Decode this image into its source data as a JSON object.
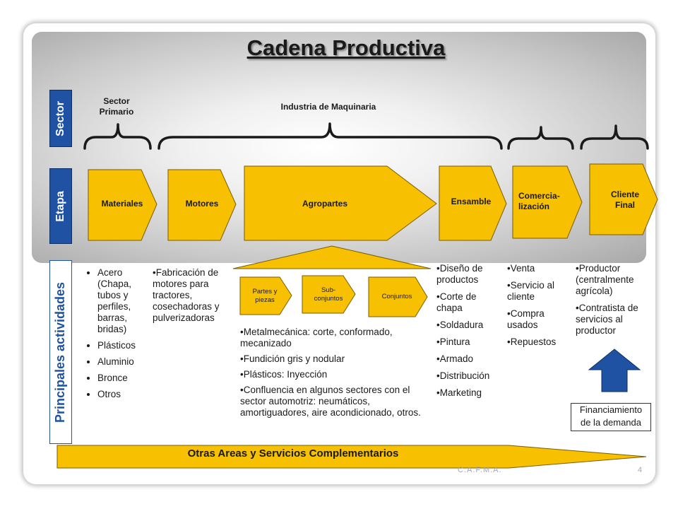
{
  "title": "Cadena Productiva",
  "row_labels": {
    "sector": "Sector",
    "etapa": "Etapa",
    "actividades": "Principales actividades"
  },
  "sectors": [
    {
      "label": "Sector Primario",
      "lines": [
        "Sector",
        "Primario"
      ]
    },
    {
      "label": "Industria de Maquinaria"
    }
  ],
  "stages": {
    "materiales": "Materiales",
    "motores": "Motores",
    "agropartes": "Agropartes",
    "ensamble": "Ensamble",
    "comercializacion": [
      "Comercia-",
      "lización"
    ],
    "cliente_final": [
      "Cliente",
      "Final"
    ]
  },
  "agropartes_sub": {
    "partes": [
      "Partes y",
      "piezas"
    ],
    "subconjuntos": [
      "Sub-",
      "conjuntos"
    ],
    "conjuntos": "Conjuntos"
  },
  "activities": {
    "materiales": [
      "Acero (Chapa, tubos y perfiles, barras, bridas)",
      "Plásticos",
      "Aluminio",
      "Bronce",
      "Otros"
    ],
    "motores": [
      "Fabricación de motores para tractores, cosechadoras y pulverizadoras"
    ],
    "agropartes": [
      "Metalmecánica: corte, conformado, mecanizado",
      "Fundición gris y nodular",
      "Plásticos: Inyección",
      "Confluencia en algunos sectores con el sector automotriz: neumáticos, amortiguadores, aire acondicionado, otros."
    ],
    "ensamble": [
      "Diseño de productos",
      "Corte de chapa",
      "Soldadura",
      "Pintura",
      "Armado",
      "Distribución",
      "Marketing"
    ],
    "comercializacion": [
      "Venta",
      "Servicio al cliente",
      "Compra usados",
      "Repuestos"
    ],
    "cliente_final": [
      "Productor (centralmente agrícola)",
      "Contratista de servicios al productor"
    ]
  },
  "financiamiento": [
    "Financiamiento",
    "de la demanda"
  ],
  "otras_areas": "Otras Areas y Servicios Complementarios",
  "footer": "C.A.F.M.A.",
  "page_number": "4",
  "colors": {
    "arrow_fill": "#f7c000",
    "arrow_stroke": "#7a5c00",
    "label_blue": "#1f52a3",
    "up_arrow": "#1f52a3"
  }
}
